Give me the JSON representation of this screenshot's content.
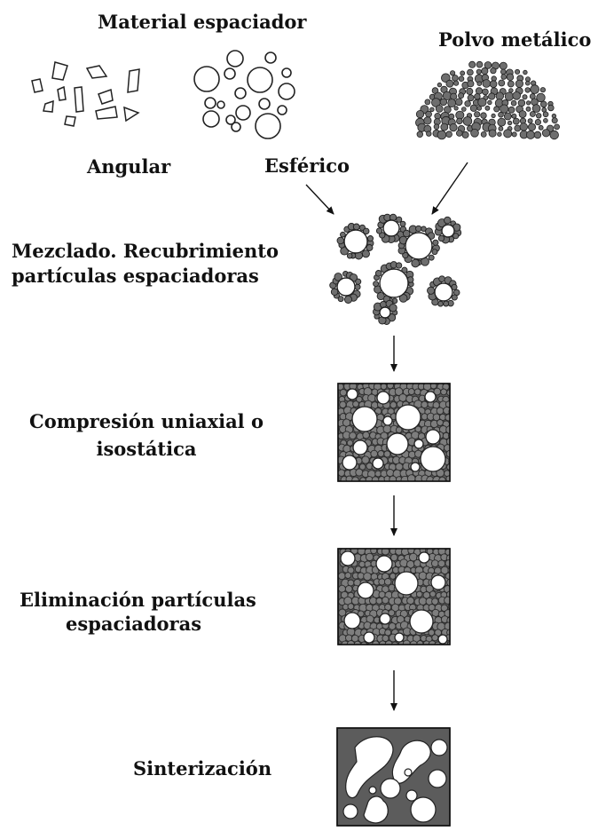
{
  "labels": {
    "material_espaciador": "Material espaciador",
    "polvo_metalico": "Polvo metálico",
    "angular": "Angular",
    "esferico": "Esférico",
    "mezclado_line1": "Mezclado. Recubrimiento",
    "mezclado_line2": "partículas  espaciadoras",
    "compresion_line1": "Compresión uniaxial o",
    "compresion_line2": "isostática",
    "eliminacion_line1": "Eliminación partículas",
    "eliminacion_line2": "espaciadoras",
    "sinterizacion": "Sinterización"
  },
  "colors": {
    "ink": "#111111",
    "metal_particle": "#6e6e6e",
    "metal_dark": "#3d3d3d",
    "sintered": "#5a5a5a"
  }
}
